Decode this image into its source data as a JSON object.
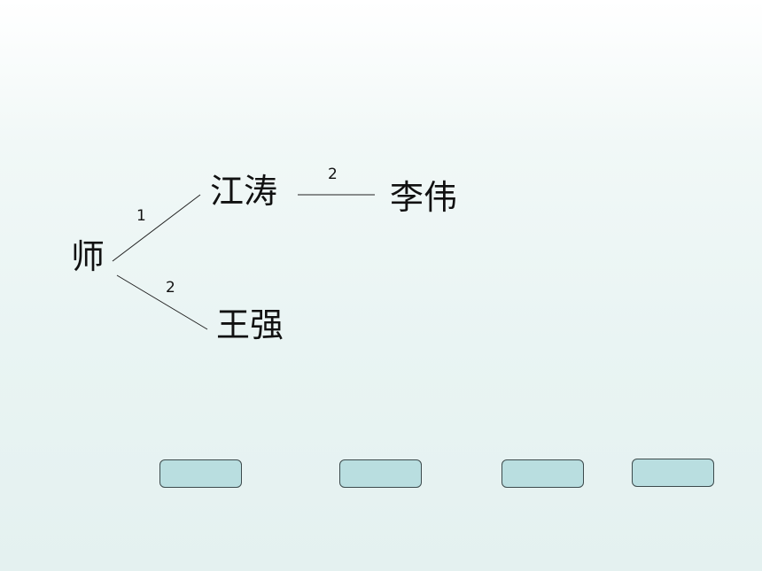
{
  "nodes": {
    "root": "师",
    "child_a": "江涛",
    "child_b": "王强",
    "grandchild": "李伟"
  },
  "edges": {
    "root_to_a": "1",
    "root_to_b": "2",
    "a_to_grandchild": "2"
  },
  "answer_boxes": [
    "",
    "",
    "",
    ""
  ],
  "colors": {
    "box_fill": "#b9dee0",
    "box_border": "#3c4a4c",
    "line": "#222222"
  }
}
